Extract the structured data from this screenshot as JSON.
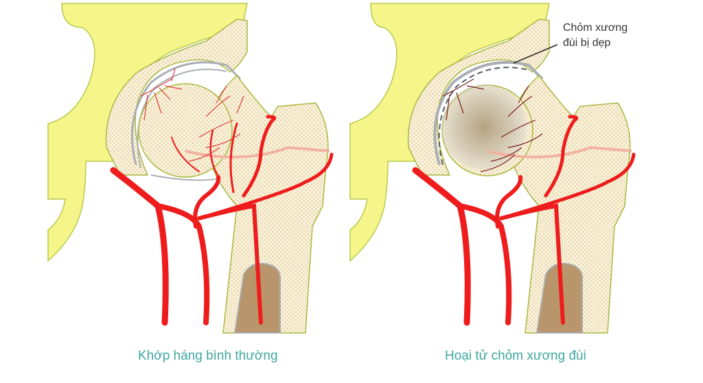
{
  "panels": [
    {
      "id": "normal",
      "caption": "Khớp háng bình thường"
    },
    {
      "id": "necrosis",
      "caption": "Hoại tử chỏm xương đùi",
      "callout": {
        "line1": "Chỏm xương",
        "line2": "đùi bị dẹp"
      }
    }
  ],
  "colors": {
    "pelvis": "#f5f58a",
    "pelvis_outline": "#b7c94a",
    "bone": "#f7efd6",
    "bone_dots": "#d9b877",
    "artery": "#ee1c1c",
    "marrow": "#b8956a",
    "cartilage": "#a9aeb4",
    "necrotic": "#8a7a5a",
    "caption": "#3fa6a0",
    "callout_text": "#333333"
  }
}
